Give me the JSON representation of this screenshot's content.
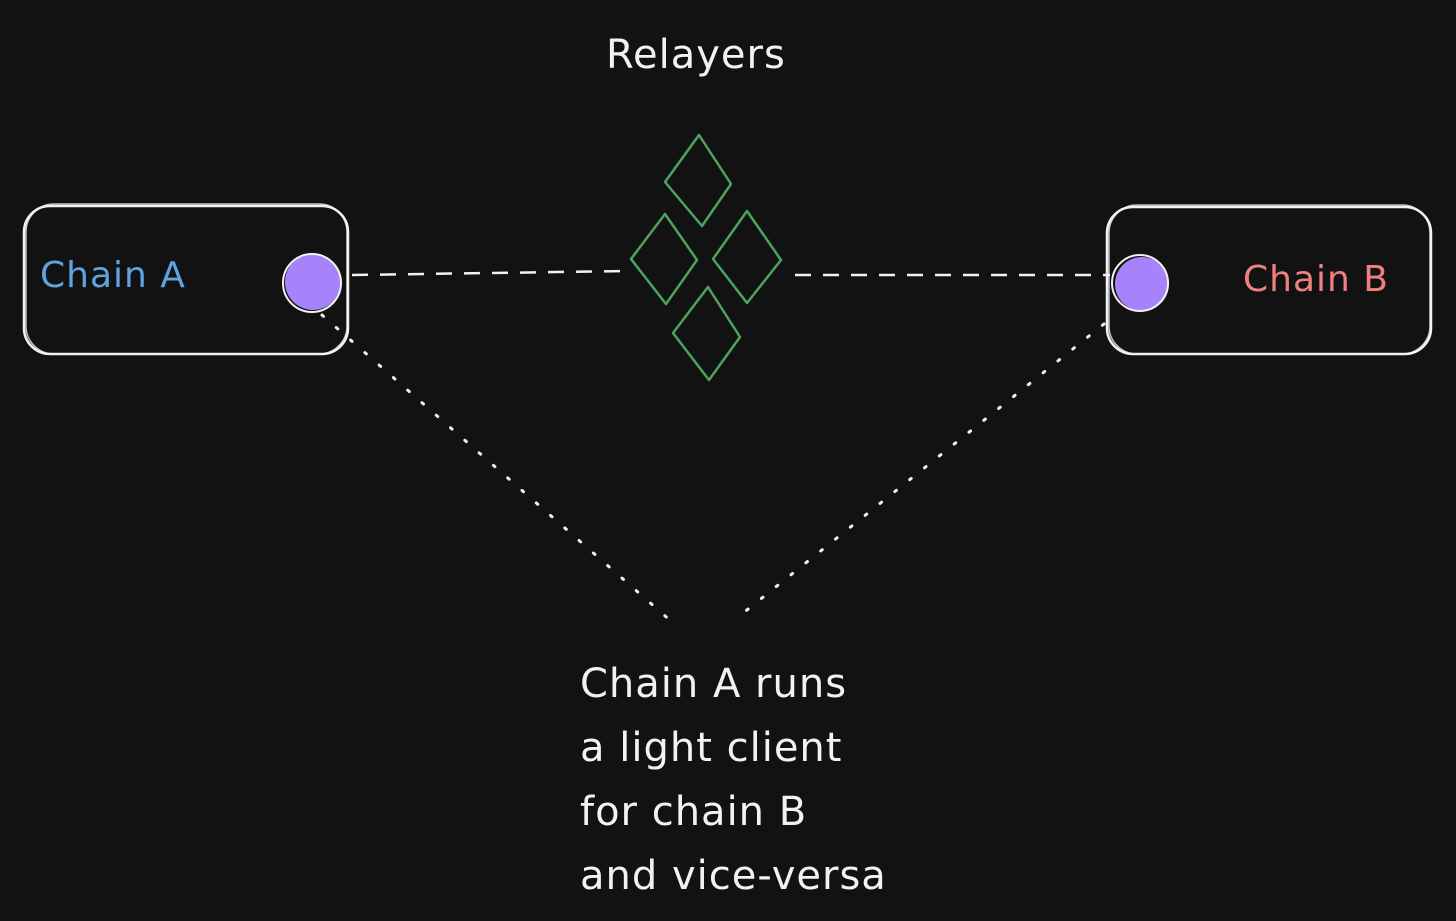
{
  "title": "Relayers",
  "colors": {
    "background": "#121212",
    "box_stroke": "#f2f2f2",
    "chain_a_text": "#5fa3e0",
    "chain_b_text": "#f08080",
    "node_fill": "#a782fb",
    "relayer_stroke": "#4ca35e",
    "connector": "#f2f2f2"
  },
  "nodes": [
    {
      "id": "chain-a",
      "label": "Chain A"
    },
    {
      "id": "chain-b",
      "label": "Chain B"
    }
  ],
  "relayers": {
    "count": 4
  },
  "connections": [
    {
      "from": "chain-a",
      "to": "relayers",
      "style": "dashed"
    },
    {
      "from": "relayers",
      "to": "chain-b",
      "style": "dashed"
    },
    {
      "from": "chain-a",
      "to": "note",
      "style": "dotted"
    },
    {
      "from": "chain-b",
      "to": "note",
      "style": "dotted"
    }
  ],
  "note": {
    "lines": [
      "Chain A runs",
      "a light client",
      "for chain B",
      "and vice-versa"
    ]
  }
}
